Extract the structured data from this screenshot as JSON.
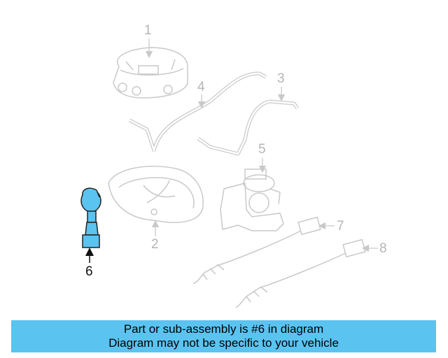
{
  "callouts": [
    {
      "number": "1",
      "highlighted": false
    },
    {
      "number": "2",
      "highlighted": false
    },
    {
      "number": "3",
      "highlighted": false
    },
    {
      "number": "4",
      "highlighted": false
    },
    {
      "number": "5",
      "highlighted": false
    },
    {
      "number": "6",
      "highlighted": true
    },
    {
      "number": "7",
      "highlighted": false
    },
    {
      "number": "8",
      "highlighted": false
    }
  ],
  "banner": {
    "line1": "Part or sub-assembly is #6 in diagram",
    "line2": "Diagram may not be specific to your vehicle"
  },
  "colors": {
    "part_outline": "#c9c9c9",
    "highlight_fill": "#5bc3f0",
    "banner_bg": "#5bc3f0",
    "muted_label": "#b5b5b5",
    "active_label": "#111111"
  }
}
